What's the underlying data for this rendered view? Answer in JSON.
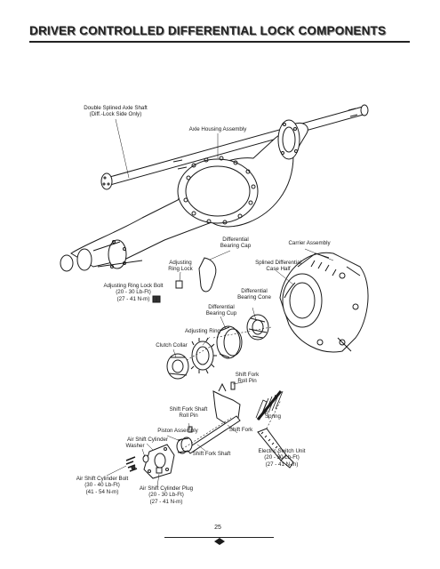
{
  "page": {
    "title": "DRIVER CONTROLLED DIFFERENTIAL LOCK COMPONENTS",
    "page_number": "25"
  },
  "labels": {
    "axle_shaft": "Double Splined Axle Shaft\n(Diff.-Lock Side Only)",
    "axle_housing": "Axle Housing Assembly",
    "diff_bearing_cap": "Differential\nBearing Cap",
    "carrier_assembly": "Carrier Assembly",
    "adjusting_ring_lock": "Adjusting\nRing Lock",
    "splined_case_half": "Splined Differential\nCase Half",
    "adj_ring_lock_bolt": "Adjusting Ring Lock Bolt\n(20 - 30 Lb-Ft)\n(27 - 41 N-m)",
    "diff_bearing_cone": "Differential\nBearing Cone",
    "diff_bearing_cup": "Differential\nBearing Cup",
    "adjusting_ring": "Adjusting Ring",
    "clutch_collar": "Clutch Collar",
    "shift_fork_roll_pin": "Shift Fork\nRoll Pin",
    "shift_fork_shaft_roll_pin": "Shift Fork Shaft\nRoll Pin",
    "spring": "Spring",
    "piston_assembly": "Piston Assembly",
    "shift_fork": "Shift Fork",
    "air_shift_cylinder": "Air Shift Cylinder",
    "washer": "Washer",
    "shift_fork_shaft": "Shift Fork Shaft",
    "electric_switch_unit": "Electric Switch Unit\n(20 - 30 Lb-Ft)\n(27 - 41 N-m)",
    "air_shift_cylinder_bolt": "Air Shift Cylinder Bolt\n(30 - 40 Lb-Ft)\n(41 - 54 N-m)",
    "air_shift_cylinder_plug": "Air Shift Cylinder Plug\n(20 - 30 Lb-Ft)\n(27 - 41 N-m)"
  }
}
